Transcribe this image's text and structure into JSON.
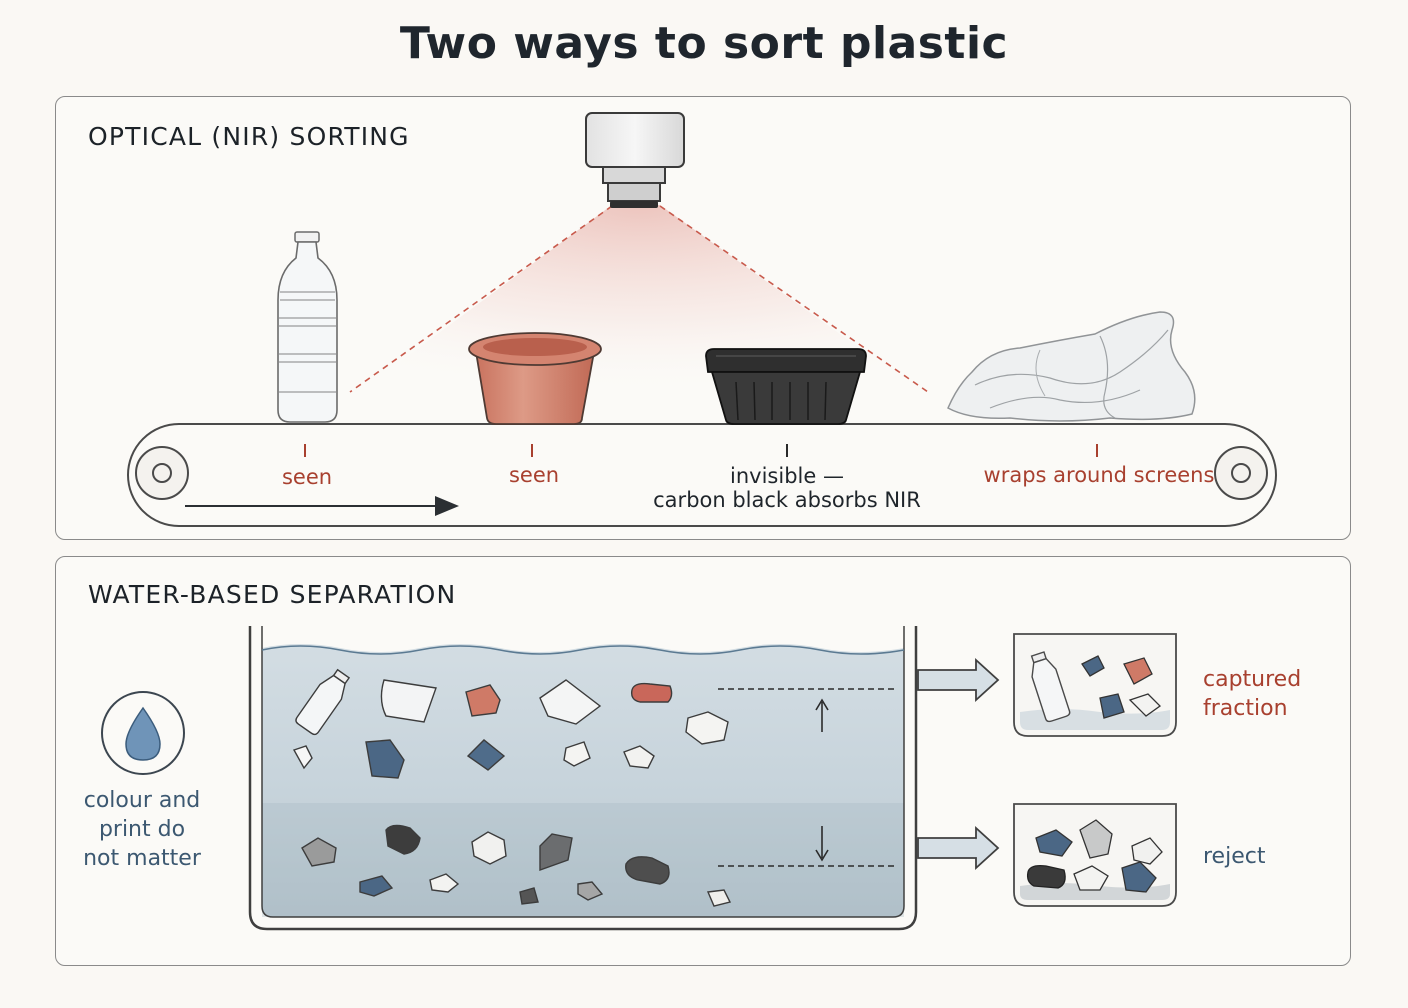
{
  "title": "Two ways to sort plastic",
  "nir": {
    "heading": "OPTICAL (NIR) SORTING",
    "labels": {
      "bottle": "seen",
      "pot": "seen",
      "tray_line1": "invisible —",
      "tray_line2": "carbon black absorbs NIR",
      "film": "wraps around screens"
    },
    "items": [
      "bottle-icon",
      "flower-pot-icon",
      "black-tray-icon",
      "plastic-film-icon",
      "nir-camera-icon",
      "conveyor-belt-icon"
    ]
  },
  "water": {
    "heading": "WATER-BASED SEPARATION",
    "note_line1": "colour and",
    "note_line2": "print do",
    "note_line3": "not matter",
    "captured_line1": "captured",
    "captured_line2": "fraction",
    "reject": "reject",
    "items": [
      "water-drop-icon",
      "water-tank-icon",
      "float-arrow-icon",
      "sink-arrow-icon",
      "captured-bin-icon",
      "reject-bin-icon"
    ]
  },
  "colors": {
    "accent_red": "#a8402f",
    "note_blue": "#3c5871",
    "water": "#c9d5dc",
    "water_deep": "#b3c1ca"
  }
}
